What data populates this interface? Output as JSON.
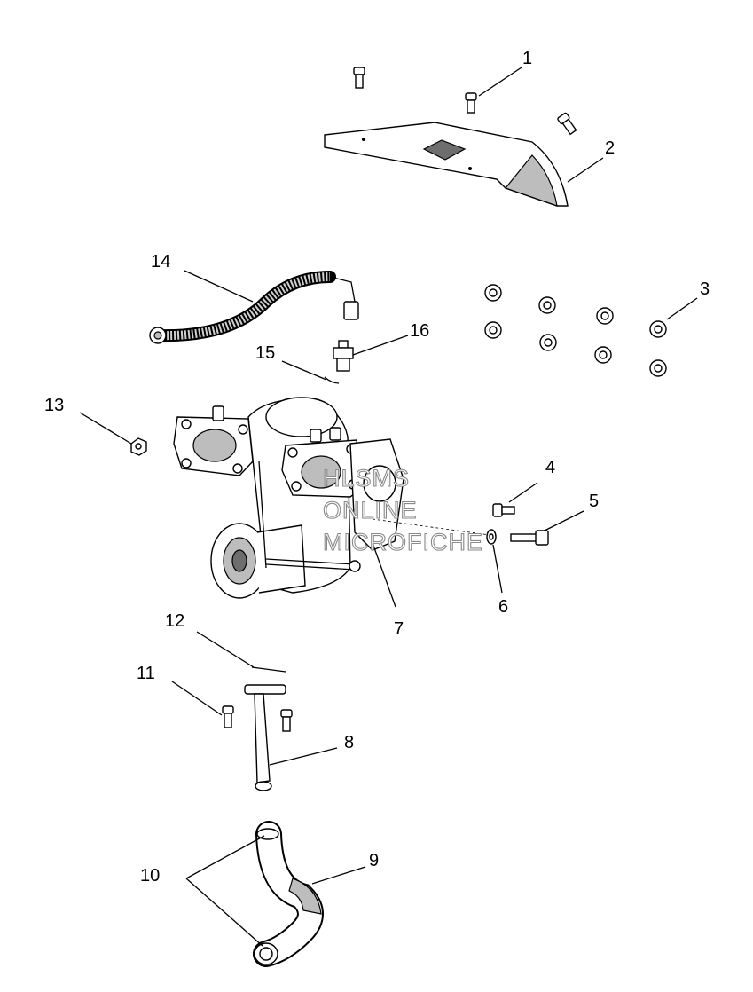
{
  "callouts": {
    "c1": "1",
    "c2": "2",
    "c3": "3",
    "c4": "4",
    "c5": "5",
    "c6": "6",
    "c7": "7",
    "c8": "8",
    "c9": "9",
    "c10": "10",
    "c11": "11",
    "c12": "12",
    "c13": "13",
    "c14": "14",
    "c15": "15",
    "c16": "16"
  },
  "watermark": {
    "line1": "HLSMS",
    "line2": "ONLINE",
    "line3": "MICROFICHE"
  }
}
